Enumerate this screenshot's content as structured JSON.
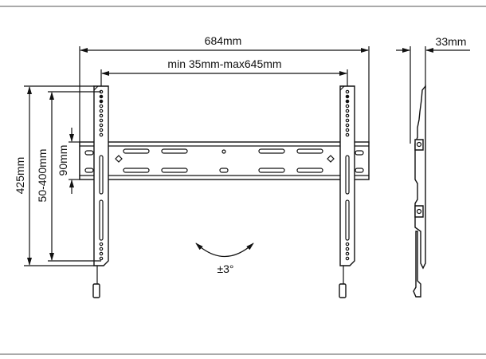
{
  "dimensions": {
    "overall_width": "684mm",
    "bracket_spacing": "min 35mm-max645mm",
    "bracket_height": "425mm",
    "vesa_vertical": "50-400mm",
    "rail_height": "90mm",
    "tilt": "±3°",
    "wall_distance": "33mm"
  },
  "colors": {
    "line": "#111111",
    "rule": "#aaaaaa"
  }
}
